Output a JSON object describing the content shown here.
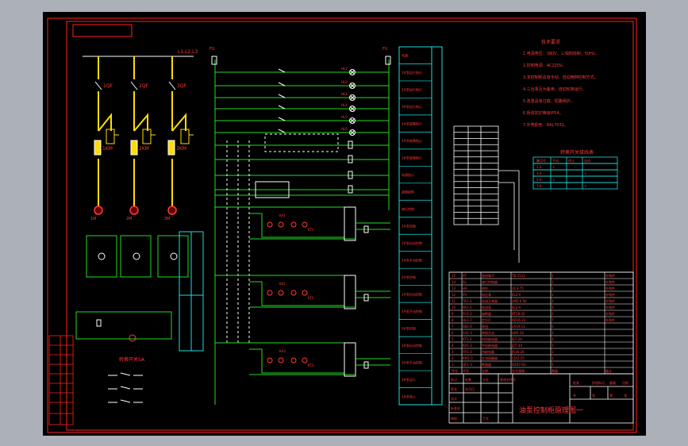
{
  "colors": {
    "background": "#abb0b9",
    "sheet": "#000000",
    "frame": "#ff2020",
    "bus_line": "#ffdd00",
    "wire": "#22dd22",
    "dash": "#ffffff",
    "table_line": "#22dddd",
    "text": "#ff3a3a"
  },
  "drawing": {
    "title_block": {
      "title": "油泵控制柜原理图一",
      "small_labels": [
        "标记",
        "处数",
        "分区",
        "更改文件号",
        "签名",
        "年月日",
        "设计",
        "标准化",
        "审核",
        "工艺",
        "批准",
        "阶段标记",
        "重量",
        "比例",
        "共",
        "张",
        "第",
        "张"
      ]
    },
    "main_circuit": {
      "bus_label": "L1,L2,L3",
      "breakers": [
        "1QF",
        "2QF",
        "3QF"
      ],
      "contactors": [
        "1KM",
        "2KM",
        "3KM"
      ],
      "motors": [
        "1M",
        "2M",
        "3M"
      ]
    },
    "control_circuit": {
      "fuse_left": "FU",
      "fuse_right": "FU",
      "lamps": [
        "HL1",
        "HL2",
        "HL3",
        "HL4",
        "HL5",
        "HL6"
      ],
      "relays": [
        "KA1",
        "KA2",
        "KA3"
      ],
      "timers": [
        "KT1",
        "KT2",
        "KT3"
      ]
    },
    "function_column": [
      "电源",
      "1#泵运行指示",
      "2#泵运行指示",
      "3#泵运行指示",
      "1#泵故障指示",
      "2#泵故障指示",
      "3#泵故障指示",
      "电源指示",
      "故障报警",
      "液位控制",
      "1#泵控制",
      "1#泵自动控制",
      "1#泵手动控制",
      "2#泵控制",
      "2#泵自动控制",
      "2#泵手动控制",
      "3#泵控制",
      "3#泵自动控制",
      "3#泵手动控制",
      "3#泵运行",
      "3#泵停止"
    ],
    "notes": {
      "heading": "技术要求",
      "lines": [
        "1.电源电压：380V，三相四线制，50Hz。",
        "2.控制电源：AC220V。",
        "3.本控制柜具有手动、自动两种控制方式。",
        "4.三台泵互为备用，自动轮换运行。",
        "5.各泵具有过载、短路保护。",
        "6.柜体防护等级IP54。",
        "7.外壳颜色：RAL7032。"
      ]
    },
    "switch_table_title": "转换开关接线表",
    "switch_table_rows": [
      [
        "触点号",
        "手动",
        "停止",
        "自动"
      ],
      [
        "1-2",
        "×",
        "",
        ""
      ],
      [
        "3-4",
        "",
        "",
        "×"
      ],
      [
        "5-6",
        "×",
        "",
        ""
      ],
      [
        "7-8",
        "",
        "",
        "×"
      ]
    ],
    "parts_header": [
      "序号",
      "代号",
      "名称",
      "型号规格",
      "数量",
      "备注"
    ],
    "parts_rows": [
      [
        "1",
        "QF1-3",
        "断路器",
        "DZ47-63",
        "3",
        ""
      ],
      [
        "2",
        "KM1-3",
        "交流接触器",
        "CJX2-25",
        "3",
        ""
      ],
      [
        "3",
        "FR1-3",
        "热继电器",
        "JR36-20",
        "3",
        ""
      ],
      [
        "4",
        "KA1-3",
        "中间继电器",
        "JZ7-44",
        "3",
        ""
      ],
      [
        "5",
        "KT1-3",
        "时间继电器",
        "JS7-2A",
        "3",
        ""
      ],
      [
        "6",
        "SA1-3",
        "转换开关",
        "LW5-16",
        "3",
        ""
      ],
      [
        "7",
        "SB1-6",
        "按钮",
        "LA19-11",
        "6",
        ""
      ],
      [
        "8",
        "HL1-7",
        "信号灯",
        "AD16-22",
        "7",
        "外购件"
      ],
      [
        "9",
        "FU1-2",
        "熔断器",
        "RT18-32",
        "2",
        "外购件"
      ],
      [
        "10",
        "PA1-3",
        "电流表",
        "6L2-A",
        "3",
        "外购件"
      ],
      [
        "11",
        "TA1-3",
        "电流互感器",
        "LMZ-0.66",
        "3",
        "外购件"
      ],
      [
        "12",
        "PV",
        "电压表",
        "6L2-V",
        "1",
        "外购件"
      ],
      [
        "13",
        "HA",
        "电铃",
        "UC4-75",
        "1",
        "外购件"
      ],
      [
        "14",
        "SL",
        "液位控制器",
        "",
        "1",
        "外购件"
      ],
      [
        "15",
        "XT",
        "接线端子",
        "TB-1512",
        "1",
        "外购件"
      ]
    ],
    "aux_label": "转换开关SA"
  }
}
